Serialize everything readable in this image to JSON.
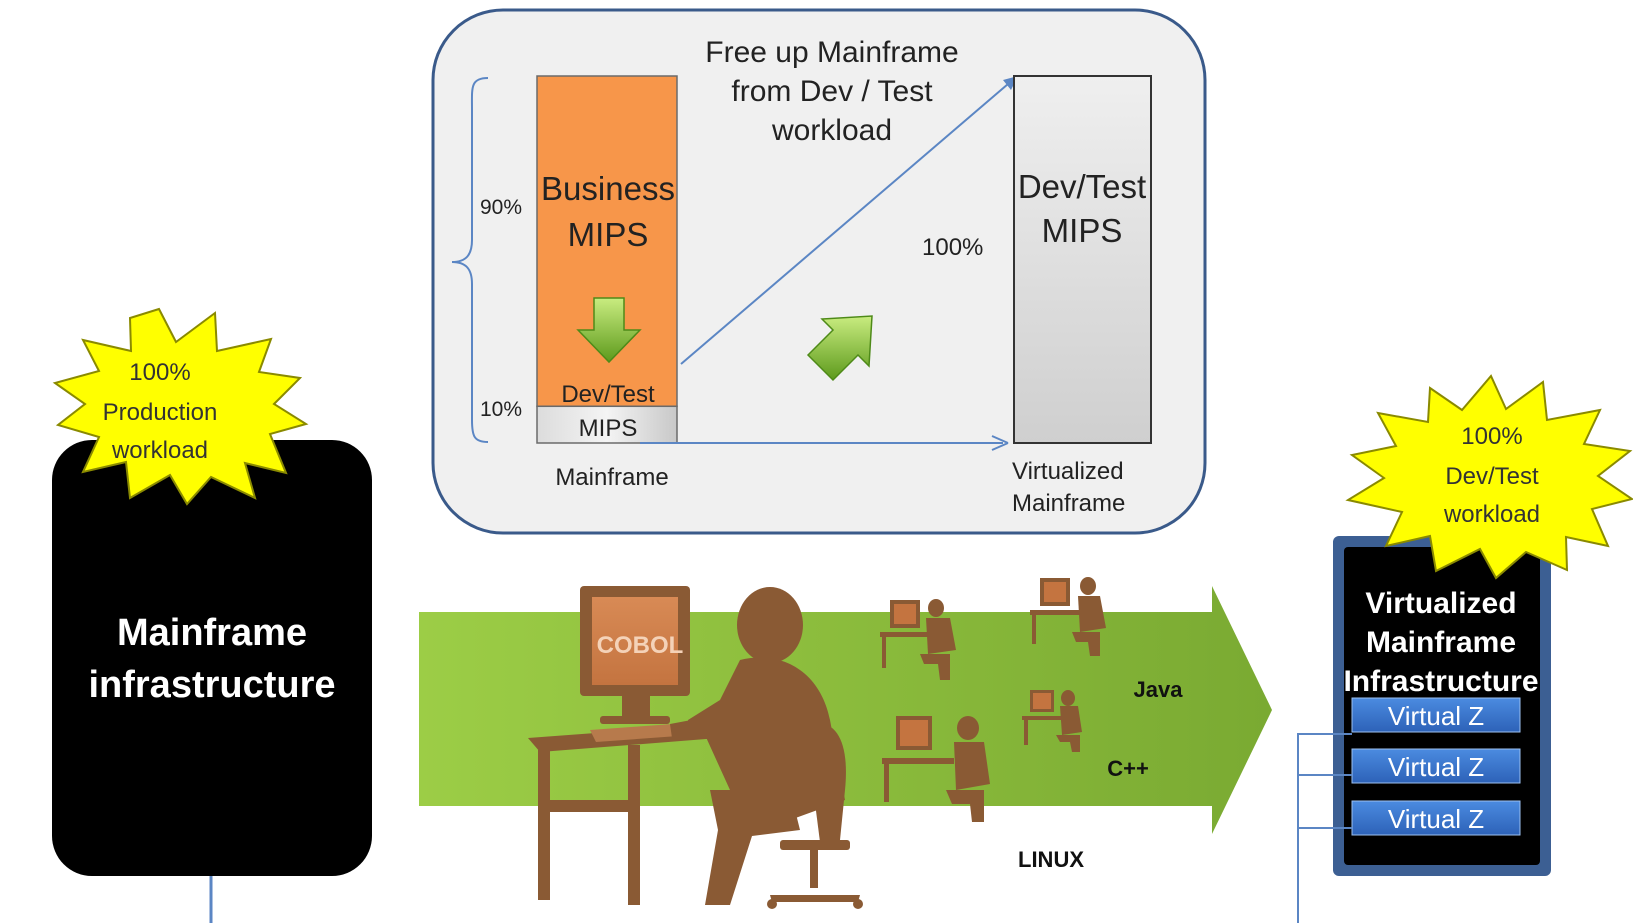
{
  "panel": {
    "title_lines": [
      "Free up Mainframe",
      "from Dev / Test",
      "workload"
    ],
    "mainframe_bar": {
      "business_label": [
        "Business",
        "MIPS"
      ],
      "devtest_label": [
        "Dev/Test",
        "MIPS"
      ],
      "business_pct_label": "90%",
      "devtest_pct_label": "10%",
      "business_share": 0.9,
      "devtest_share": 0.1,
      "caption": "Mainframe"
    },
    "virtual_bar": {
      "label": [
        "Dev/Test",
        "MIPS"
      ],
      "pct_label": "100%",
      "caption": [
        "Virtualized",
        "Mainframe"
      ]
    }
  },
  "left": {
    "burst_lines": [
      "100%",
      "Production",
      "workload"
    ],
    "box_lines": [
      "Mainframe",
      "infrastructure"
    ]
  },
  "right": {
    "burst_lines": [
      "100%",
      "Dev/Test",
      "workload"
    ],
    "box_lines": [
      "Virtualized",
      "Mainframe",
      "Infrastructure"
    ],
    "virtual_items": [
      "Virtual Z",
      "Virtual Z",
      "Virtual Z"
    ]
  },
  "center": {
    "monitor_label": "COBOL",
    "languages": [
      "Java",
      "C++",
      "LINUX"
    ]
  },
  "colors": {
    "business": "#f7964a",
    "green_band": "#8fbe3f",
    "starburst": "#ffff00",
    "silhouette": "#8a5a34",
    "virtual_z": "#3a78d1",
    "frame": "#3a5a8a",
    "line": "#5b86c4"
  }
}
